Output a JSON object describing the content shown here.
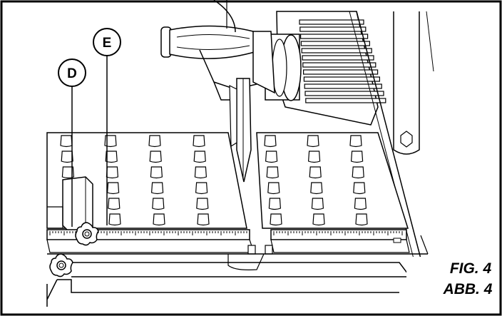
{
  "callouts": {
    "d": {
      "letter": "D"
    },
    "e": {
      "letter": "E"
    }
  },
  "figure": {
    "label_line1": "FIG. 4",
    "label_line2": "ABB. 4"
  },
  "colors": {
    "ink": "#000000",
    "paper": "#ffffff",
    "fin_gray": "#3a3a3a"
  }
}
